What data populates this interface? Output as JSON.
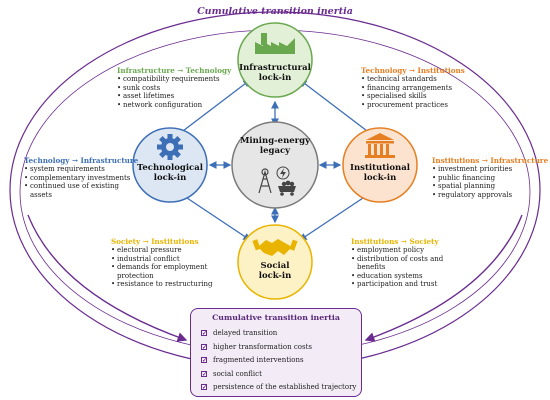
{
  "title": "Cumulative transition inertia",
  "center": {
    "label_line1": "Mining-energy",
    "label_line2": "legacy"
  },
  "nodes": {
    "infrastructural": {
      "line1": "Infrastructural",
      "line2": "lock-in",
      "color": "#6aa84f",
      "fill": "#e3f0d8",
      "icon": "factory-icon"
    },
    "technological": {
      "line1": "Technological",
      "line2": "lock-in",
      "color": "#3d6fb6",
      "fill": "#dde6f3",
      "icon": "gear-icon"
    },
    "institutional": {
      "line1": "Institutional",
      "line2": "lock-in",
      "color": "#e67e22",
      "fill": "#fbe3cf",
      "icon": "building-icon"
    },
    "social": {
      "line1": "Social",
      "line2": "lock-in",
      "color": "#e8b400",
      "fill": "#fdf1c6",
      "icon": "handshake-icon"
    },
    "center_color": "#7a7a7a",
    "center_fill": "#e6e6e6"
  },
  "links": {
    "infra_tech": {
      "title": "Infrastructure → Technology",
      "color": "#6aa84f",
      "items": [
        "compatibility requirements",
        "sunk costs",
        "asset lifetimes",
        "network configuration"
      ]
    },
    "tech_inst": {
      "title": "Technology → Institutions",
      "color": "#e67e22",
      "items": [
        "technical standards",
        "financing arrangements",
        "specialised skills",
        "procurement practices"
      ]
    },
    "tech_infra": {
      "title": "Technology → Infrastructure",
      "color": "#3d6fb6",
      "items": [
        "system requirements",
        "complementary investments",
        "continued use of existing assets"
      ]
    },
    "inst_infra": {
      "title": "Institutions → Infrastructure",
      "color": "#e67e22",
      "items": [
        "investment priorities",
        "public financing",
        "spatial planning",
        "regulatory approvals"
      ]
    },
    "soc_inst": {
      "title": "Society → Institutions",
      "color": "#e8b400",
      "items": [
        "electoral pressure",
        "industrial conflict",
        "demands for employment protection",
        "resistance to restructuring"
      ]
    },
    "inst_soc": {
      "title": "Institutions → Society",
      "color": "#e8b400",
      "items": [
        "employment policy",
        "distribution of costs and benefits",
        "education systems",
        "participation and trust"
      ]
    }
  },
  "inertia_box": {
    "title": "Cumulative transition inertia",
    "items": [
      "delayed transition",
      "higher transformation costs",
      "fragmented interventions",
      "social conflict",
      "persistence of the established trajectory"
    ],
    "color": "#6b2c91"
  }
}
